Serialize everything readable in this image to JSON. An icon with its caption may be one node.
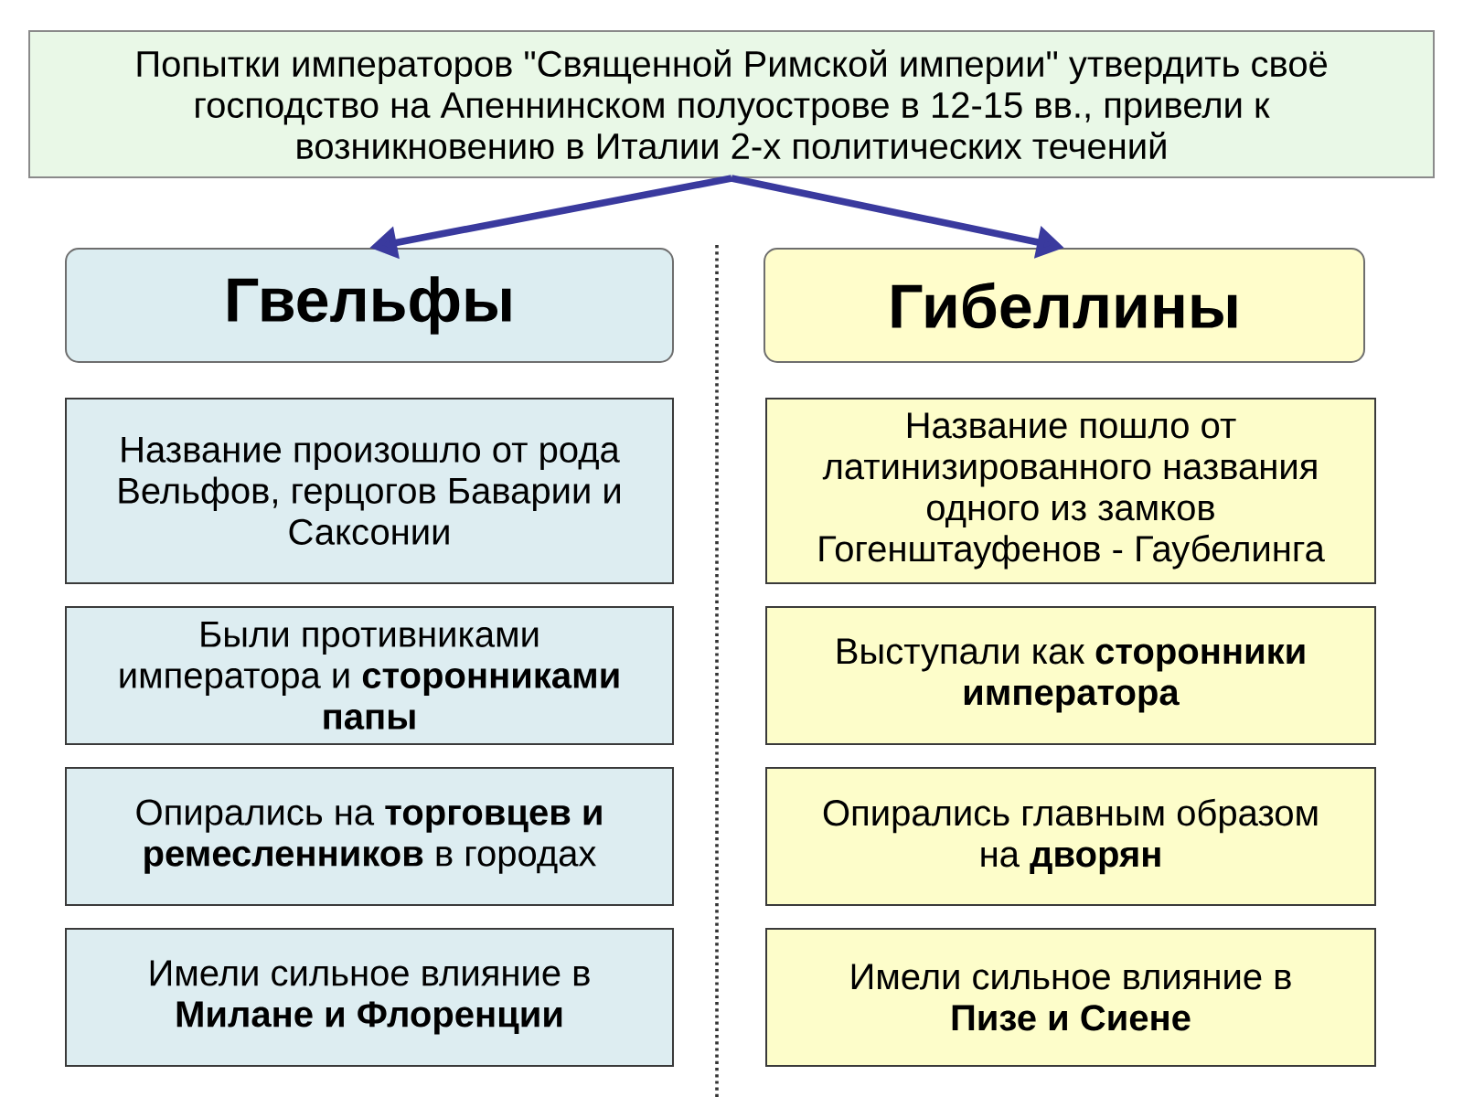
{
  "diagram": {
    "nodes": [
      {
        "text": [
          "Попытки императоров \"Священной Римской империи\" утвердить своё господство на Апеннинском полуострове в 12-15 вв., привели к возникновению в Италии 2-х политических течений"
        ]
      },
      {
        "text": [
          "Гвельфы"
        ]
      },
      {
        "text": [
          "Гибеллины"
        ]
      },
      {
        "text": [
          "Название произошло от рода Вельфов, герцогов Баварии и Саксонии"
        ]
      },
      {
        "text": [
          "Были противниками императора и **сторонниками папы**"
        ]
      },
      {
        "text": [
          "Опирались на **торговцев и ремесленников** в городах"
        ]
      },
      {
        "text": [
          "Имели сильное влияние в **Милане и Флоренции**"
        ]
      },
      {
        "text": [
          "Название пошло от латинизированного названия одного из замков Гогенштауфенов - Гаубелинга"
        ]
      },
      {
        "text": [
          "Выступали как **сторонники императора**"
        ]
      },
      {
        "text": [
          "Опирались главным образом на **дворян**"
        ]
      },
      {
        "text": [
          "Имели сильное влияние в **Пизе и Сиене**"
        ]
      }
    ],
    "edges": [
      {
        "from": 0,
        "to": 1,
        "arrow": "to"
      },
      {
        "from": 0,
        "to": 2,
        "arrow": "to"
      }
    ]
  }
}
